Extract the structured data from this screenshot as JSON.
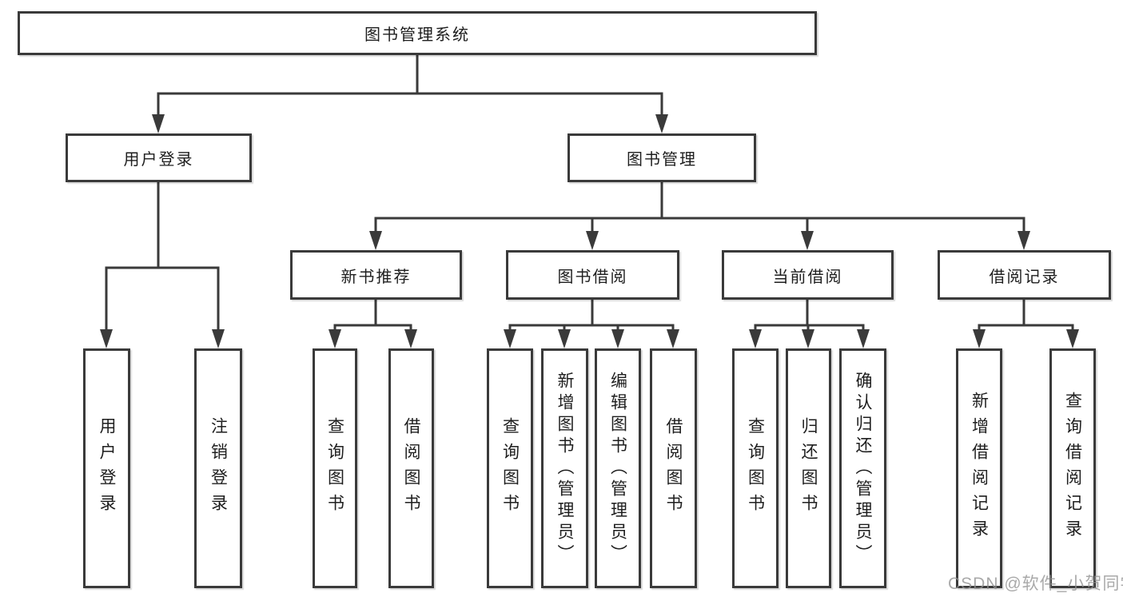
{
  "title": "图书管理系统",
  "colors": {
    "line": "#3a3a3a",
    "box_border": "#3a3a3a",
    "box_fill": "#ffffff",
    "text": "#1e1e1e",
    "watermark_text_color": "#919191",
    "background": "#ffffff"
  },
  "nodes": {
    "root": "图书管理系统",
    "branch_user_login": "用户登录",
    "branch_book_mgmt": "图书管理",
    "group_new_book_rec": "新书推荐",
    "group_book_borrow": "图书借阅",
    "group_current_borrow": "当前借阅",
    "group_borrow_records": "借阅记录",
    "leaf_user_login": "用户登录",
    "leaf_logout": "注销登录",
    "leaf_nbr_query_books": "查询图书",
    "leaf_nbr_borrow_books": "借阅图书",
    "leaf_bb_query_books": "查询图书",
    "leaf_bb_add_books": "新增图书（管理员）",
    "leaf_bb_edit_books": "编辑图书（管理员）",
    "leaf_bb_borrow_books": "借阅图书",
    "leaf_cb_query_books": "查询图书",
    "leaf_cb_return_books": "归还图书",
    "leaf_cb_confirm_return": "确认归还（管理员）",
    "leaf_br_add_record": "新增借阅记录",
    "leaf_br_query_record": "查询借阅记录"
  },
  "hierarchy": {
    "图书管理系统": {
      "用户登录": [
        "用户登录",
        "注销登录"
      ],
      "图书管理": {
        "新书推荐": [
          "查询图书",
          "借阅图书"
        ],
        "图书借阅": [
          "查询图书",
          "新增图书（管理员）",
          "编辑图书（管理员）",
          "借阅图书"
        ],
        "当前借阅": [
          "查询图书",
          "归还图书",
          "确认归还（管理员）"
        ],
        "借阅记录": [
          "新增借阅记录",
          "查询借阅记录"
        ]
      }
    }
  },
  "watermark": {
    "text": "CSDN @软件_小贺同学"
  }
}
